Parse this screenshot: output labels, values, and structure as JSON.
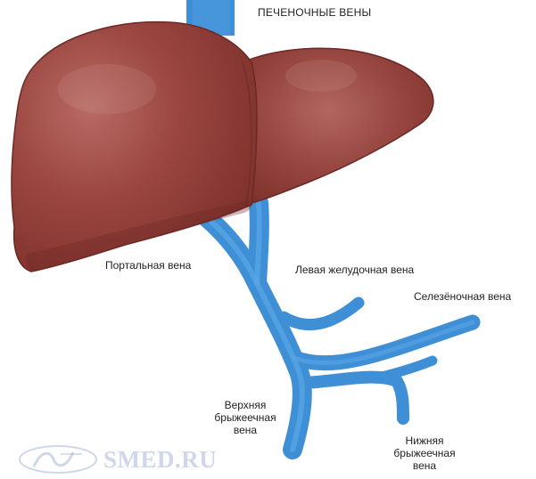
{
  "labels": {
    "hepatic_veins": "ПЕЧЕНОЧНЫЕ ВЕНЫ",
    "portal_vein": "Портальная вена",
    "left_gastric_vein": "Левая желудочная вена",
    "splenic_vein": "Селезёночная вена",
    "superior_mesenteric_vein": "Верхняя\nбрыжеечная\nвена",
    "inferior_mesenteric_vein": "Нижняя\nбрыжеечная\nвена"
  },
  "watermark": {
    "text": "SMED.RU"
  },
  "colors": {
    "liver": "#8e3b36",
    "liver_highlight": "#b86a64",
    "liver_outline": "#6d2824",
    "vein": "#3f8fd6",
    "vein_dark": "#2f79bf",
    "watermark": "#9fb0d8"
  },
  "icons": {
    "watermark_logo": "medical-logo-icon"
  }
}
